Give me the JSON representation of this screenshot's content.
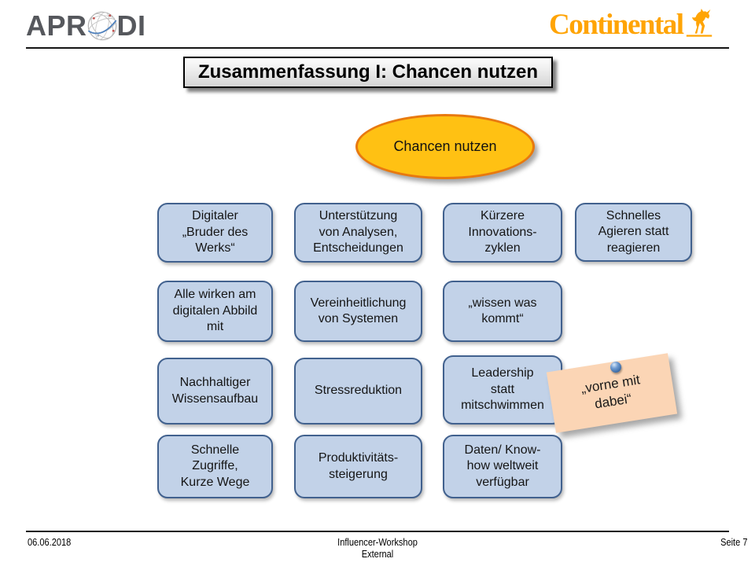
{
  "header": {
    "aprodi": {
      "prefix": "APR",
      "suffix": "DI"
    },
    "continental": {
      "wordmark": "Continental"
    }
  },
  "title": "Zusammenfassung I: Chancen nutzen",
  "diagram": {
    "central_label": "Chancen nutzen",
    "boxes": [
      {
        "label": "Digitaler\n„Bruder des\nWerks“"
      },
      {
        "label": "Unterstützung\nvon Analysen,\nEntscheidungen"
      },
      {
        "label": "Kürzere\nInnovations-\nzyklen"
      },
      {
        "label": "Schnelles\nAgieren statt\nreagieren"
      },
      {
        "label": "Alle wirken am\ndigitalen Abbild\nmit"
      },
      {
        "label": "Vereinheitlichung\nvon Systemen"
      },
      {
        "label": "„wissen was\nkommt“"
      },
      {
        "label": "Nachhaltiger\nWissensaufbau"
      },
      {
        "label": "Stressreduktion"
      },
      {
        "label": "Leadership\nstatt\nmitschwimmen"
      },
      {
        "label": "Schnelle\nZugriffe,\nKurze Wege"
      },
      {
        "label": "Produktivitäts-\nsteigerung"
      },
      {
        "label": "Daten/ Know-\nhow weltweit\nverfügbar"
      }
    ],
    "sticky_note": "„vorne mit\ndabei“"
  },
  "footer": {
    "date": "06.06.2018",
    "workshop": "Influencer-Workshop",
    "classification": "External",
    "page": "Seite 7"
  },
  "colors": {
    "box_fill": "#C2D2E8",
    "box_border": "#41618E",
    "ellipse_fill": "#FFC113",
    "ellipse_border": "#E8790F",
    "note_fill": "#FBD5B5",
    "continental_orange": "#FFA405",
    "logo_gray": "#56585D"
  }
}
